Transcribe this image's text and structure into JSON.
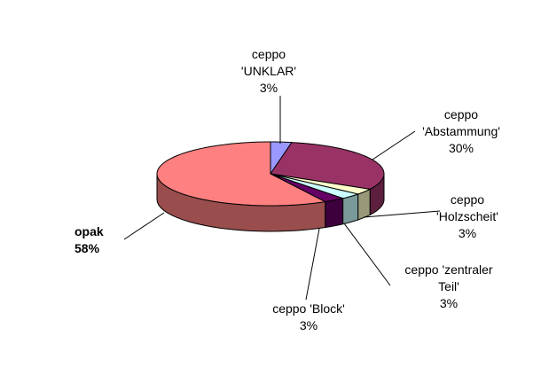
{
  "chart_data": {
    "type": "pie",
    "three_d": true,
    "legend": "none",
    "slices": [
      {
        "name": "ceppo 'UNKLAR'",
        "label": "ceppo\n'UNKLAR'\n3%",
        "value": 3,
        "color": "#9999ff"
      },
      {
        "name": "ceppo 'Abstammung'",
        "label": "ceppo\n'Abstammung'\n30%",
        "value": 30,
        "color": "#993366"
      },
      {
        "name": "ceppo 'Holzscheit'",
        "label": "ceppo\n'Holzscheit'\n3%",
        "value": 3,
        "color": "#ffffcc"
      },
      {
        "name": "ceppo 'zentraler Teil'",
        "label": "ceppo 'zentraler\nTeil'\n3%",
        "value": 3,
        "color": "#ccffff"
      },
      {
        "name": "ceppo 'Block'",
        "label": "ceppo 'Block'\n3%",
        "value": 3,
        "color": "#660066"
      },
      {
        "name": "opak",
        "label": "opak\n58%",
        "value": 58,
        "color": "#ff8080"
      }
    ]
  }
}
